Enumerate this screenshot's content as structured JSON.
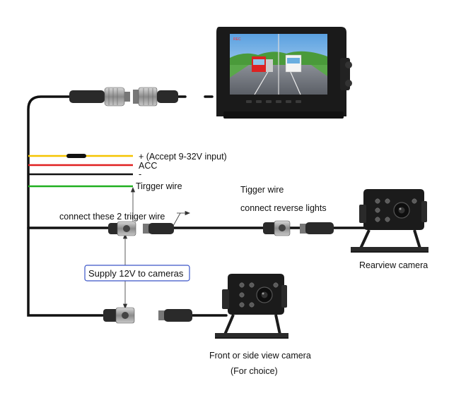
{
  "wire_labels": {
    "power": "+ (Accept 9-32V input)",
    "acc": "ACC",
    "ground": "-",
    "trigger": "Tirgger wire"
  },
  "annotations": {
    "connect_triggers": "connect these 2 triiger wire",
    "tigger_wire": "Tigger wire",
    "reverse_lights": "connect reverse lights",
    "supply": "Supply 12V to cameras"
  },
  "cameras": {
    "rear_label": "Rearview camera",
    "front_label": "Front or side view camera",
    "front_note": "(For choice)"
  },
  "colors": {
    "cable": "#111111",
    "power_wire": "#f5c400",
    "acc_wire": "#e02020",
    "ground_wire": "#111111",
    "trigger_wire": "#20b020",
    "connector_metal": "#9a9a9a",
    "supply_box_border": "#3a55c8"
  },
  "monitor": {
    "status": "REC"
  }
}
